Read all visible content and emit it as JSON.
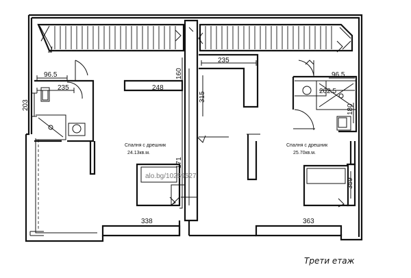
{
  "floor_title": "Трети етаж",
  "watermark": "alo.bg/10259627",
  "rooms": {
    "left_bedroom": {
      "name": "Спалня с дрешник",
      "area": "24.13кв.м."
    },
    "right_bedroom": {
      "name": "Спалня с дрешник",
      "area": "25.70кв.м."
    }
  },
  "dimensions": {
    "left_965": "96.5",
    "left_235": "235",
    "left_203": "203",
    "left_248": "248",
    "left_160": "160",
    "center_315": "315",
    "center_235": "235",
    "right_965": "96.5",
    "right_2025": "202.5",
    "right_180": "180",
    "left_171": "171",
    "right_359": "359",
    "left_338": "338",
    "right_363": "363"
  }
}
